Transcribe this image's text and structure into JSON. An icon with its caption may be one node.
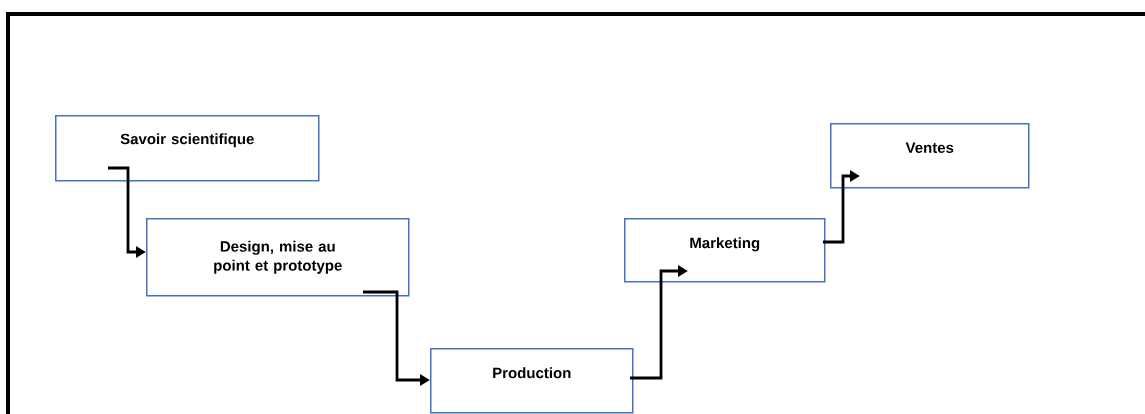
{
  "diagram": {
    "nodes": [
      {
        "text": [
          "Savoir scientifique"
        ]
      },
      {
        "text": [
          "Design, mise au point et prototype"
        ]
      },
      {
        "text": [
          "Production"
        ]
      },
      {
        "text": [
          "Marketing"
        ]
      },
      {
        "text": [
          "Ventes"
        ]
      }
    ],
    "edges": [
      {
        "from": 0,
        "to": 1,
        "arrow": "to"
      },
      {
        "from": 1,
        "to": 2,
        "arrow": "to"
      },
      {
        "from": 2,
        "to": 3,
        "arrow": "to"
      },
      {
        "from": 3,
        "to": 4,
        "arrow": "to"
      }
    ]
  }
}
